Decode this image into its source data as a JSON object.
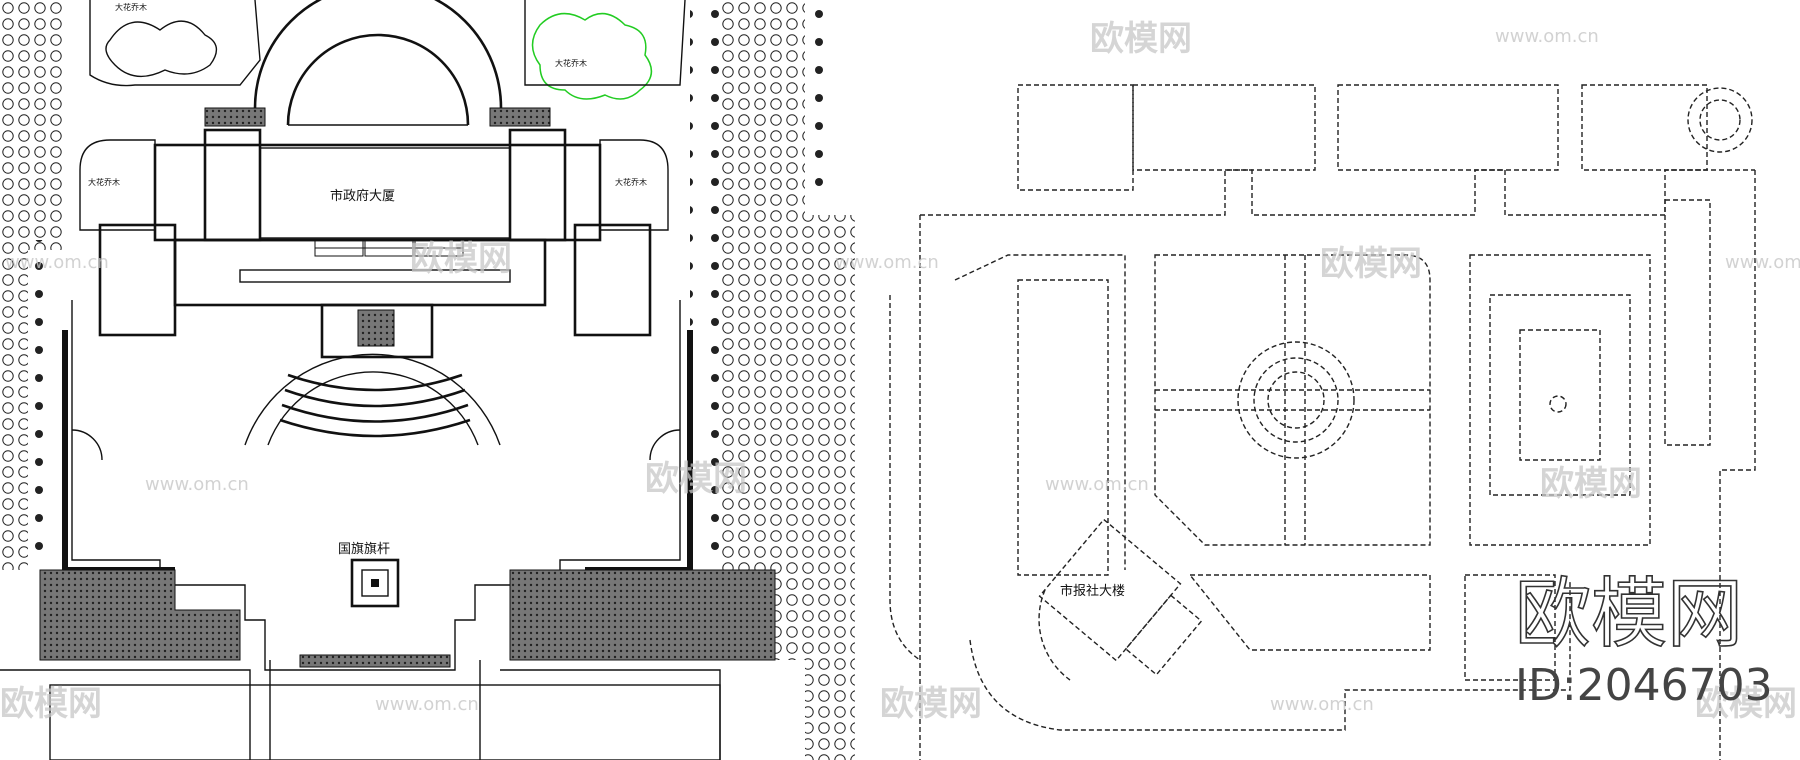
{
  "drawing": {
    "left_plan": {
      "building_label": "市政府大厦",
      "flagpole_label": "国旗旗杆",
      "garden_labels": [
        "大花乔木",
        "大花乔木",
        "大花乔木",
        "大花乔木"
      ]
    },
    "right_plan": {
      "building_label": "市报社大楼"
    }
  },
  "watermarks": {
    "site_name": "欧模网",
    "url": "www.om.cn"
  },
  "branding": {
    "logo_text": "欧模网",
    "id_text": "ID:2046703"
  },
  "colors": {
    "line": "#111111",
    "green_planting": "#22cc22",
    "watermark": "#c8c8c8"
  }
}
